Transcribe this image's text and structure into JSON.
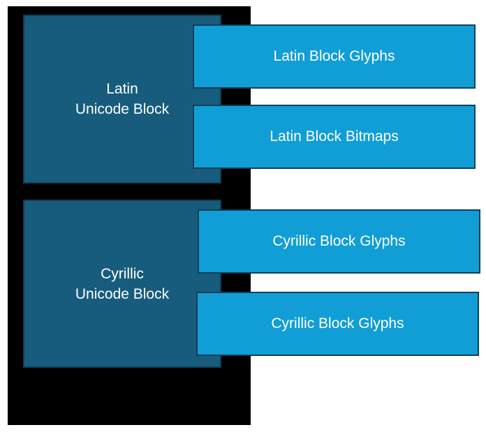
{
  "blocks": [
    {
      "title_line1": "Latin",
      "title_line2": "Unicode Block",
      "items": [
        "Latin Block Glyphs",
        "Latin Block Bitmaps"
      ]
    },
    {
      "title_line1": "Cyrillic",
      "title_line2": "Unicode Block",
      "items": [
        "Cyrillic Block Glyphs",
        "Cyrillic Block Glyphs"
      ]
    }
  ],
  "colors": {
    "backdrop": "#000000",
    "block_fill": "#175C7D",
    "item_fill": "#119ED6",
    "border": "#0E3F57",
    "text": "#ffffff"
  }
}
